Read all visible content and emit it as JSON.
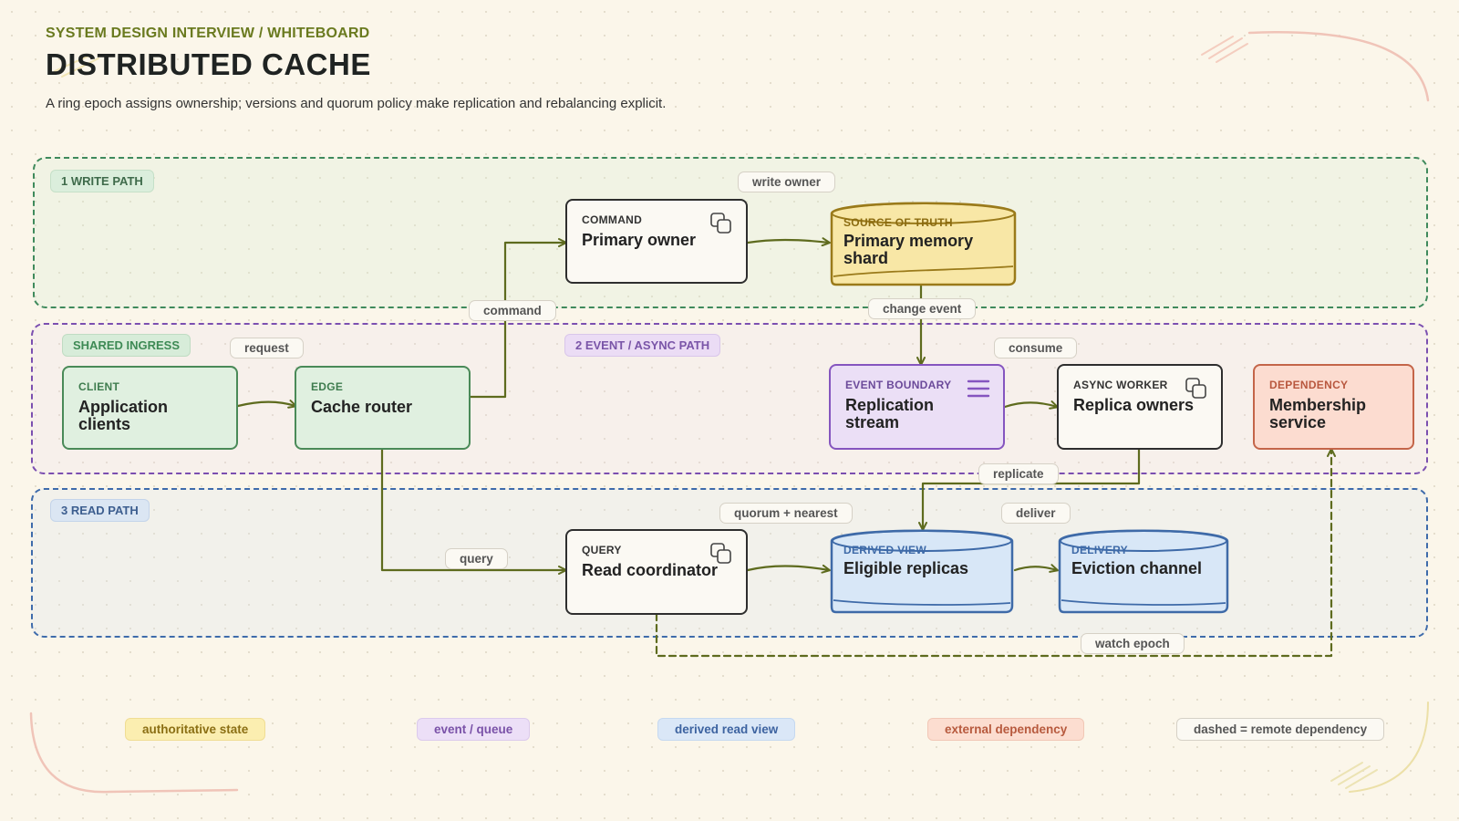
{
  "header": {
    "kicker": "SYSTEM DESIGN INTERVIEW / WHITEBOARD",
    "title": "DISTRIBUTED CACHE",
    "subtitle": "A ring epoch assigns ownership; versions and quorum policy make replication and rebalancing explicit."
  },
  "zones": {
    "write": "1 WRITE PATH",
    "shared": "SHARED INGRESS",
    "async": "2 EVENT / ASYNC PATH",
    "read": "3 READ PATH"
  },
  "nodes": {
    "client": {
      "kind": "CLIENT",
      "name": "Application clients"
    },
    "router": {
      "kind": "EDGE",
      "name": "Cache router"
    },
    "primary_owner": {
      "kind": "COMMAND",
      "name": "Primary owner",
      "icon": "copy-icon"
    },
    "primary_shard": {
      "kind": "SOURCE OF TRUTH",
      "name": "Primary memory shard"
    },
    "replication_stream": {
      "kind": "EVENT BOUNDARY",
      "name": "Replication stream",
      "icon": "menu-icon"
    },
    "replica_owners": {
      "kind": "ASYNC WORKER",
      "name": "Replica owners",
      "icon": "copy-icon"
    },
    "membership": {
      "kind": "DEPENDENCY",
      "name": "Membership service"
    },
    "read_coordinator": {
      "kind": "QUERY",
      "name": "Read coordinator",
      "icon": "copy-icon"
    },
    "eligible_replicas": {
      "kind": "DERIVED VIEW",
      "name": "Eligible replicas"
    },
    "eviction_channel": {
      "kind": "DELIVERY",
      "name": "Eviction channel"
    }
  },
  "edges": {
    "request": "request",
    "command": "command",
    "write_owner": "write owner",
    "change_event": "change event",
    "consume": "consume",
    "replicate": "replicate",
    "query": "query",
    "quorum_nearest": "quorum + nearest",
    "deliver": "deliver",
    "watch_epoch": "watch epoch"
  },
  "legend": {
    "authoritative": "authoritative state",
    "event": "event / queue",
    "derived": "derived read view",
    "external": "external dependency",
    "dashed": "dashed = remote dependency"
  },
  "colors": {
    "arrow": "#5e6b1e",
    "write_zone": "#3f8a5c",
    "async_zone": "#7b4fb0",
    "read_zone": "#3e6bab",
    "source_of_truth": "#f8e7a6",
    "derived_view": "#d8e7f7",
    "event": "#ebdff6",
    "dependency": "#fcdcd0"
  }
}
